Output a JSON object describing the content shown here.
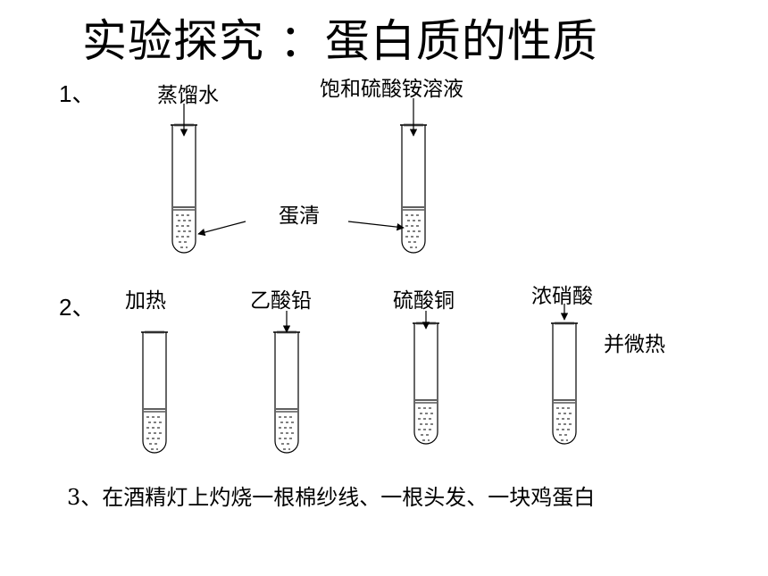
{
  "title": "实验探究 ：蛋白质的性质",
  "section1": {
    "number": "1、",
    "label_left": "蒸馏水",
    "label_right": "饱和硫酸铵溶液",
    "shared_label": "蛋清"
  },
  "section2": {
    "number": "2、",
    "tubes": [
      "加热",
      "乙酸铅",
      "硫酸铜",
      "浓硝酸"
    ],
    "extra_note": "并微热"
  },
  "section3": {
    "text": "3、在酒精灯上灼烧一根棉纱线、一根头发、一块鸡蛋白"
  }
}
